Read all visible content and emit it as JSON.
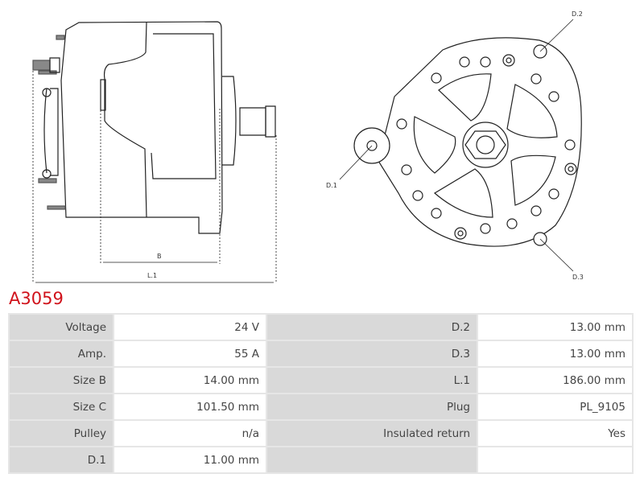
{
  "diagram": {
    "labels": {
      "b": "B",
      "l1": "L.1",
      "d1": "D.1",
      "d2": "D.2",
      "d3": "D.3"
    }
  },
  "product": {
    "code": "A3059"
  },
  "specs": [
    [
      {
        "k": "Voltage",
        "v": "24 V"
      },
      {
        "k": "D.2",
        "v": "13.00 mm"
      }
    ],
    [
      {
        "k": "Amp.",
        "v": "55 A"
      },
      {
        "k": "D.3",
        "v": "13.00 mm"
      }
    ],
    [
      {
        "k": "Size B",
        "v": "14.00 mm"
      },
      {
        "k": "L.1",
        "v": "186.00 mm"
      }
    ],
    [
      {
        "k": "Size C",
        "v": "101.50 mm"
      },
      {
        "k": "Plug",
        "v": "PL_9105"
      }
    ],
    [
      {
        "k": "Pulley",
        "v": "n/a"
      },
      {
        "k": "Insulated return",
        "v": "Yes"
      }
    ],
    [
      {
        "k": "D.1",
        "v": "11.00 mm"
      },
      {
        "k": "",
        "v": ""
      }
    ]
  ]
}
